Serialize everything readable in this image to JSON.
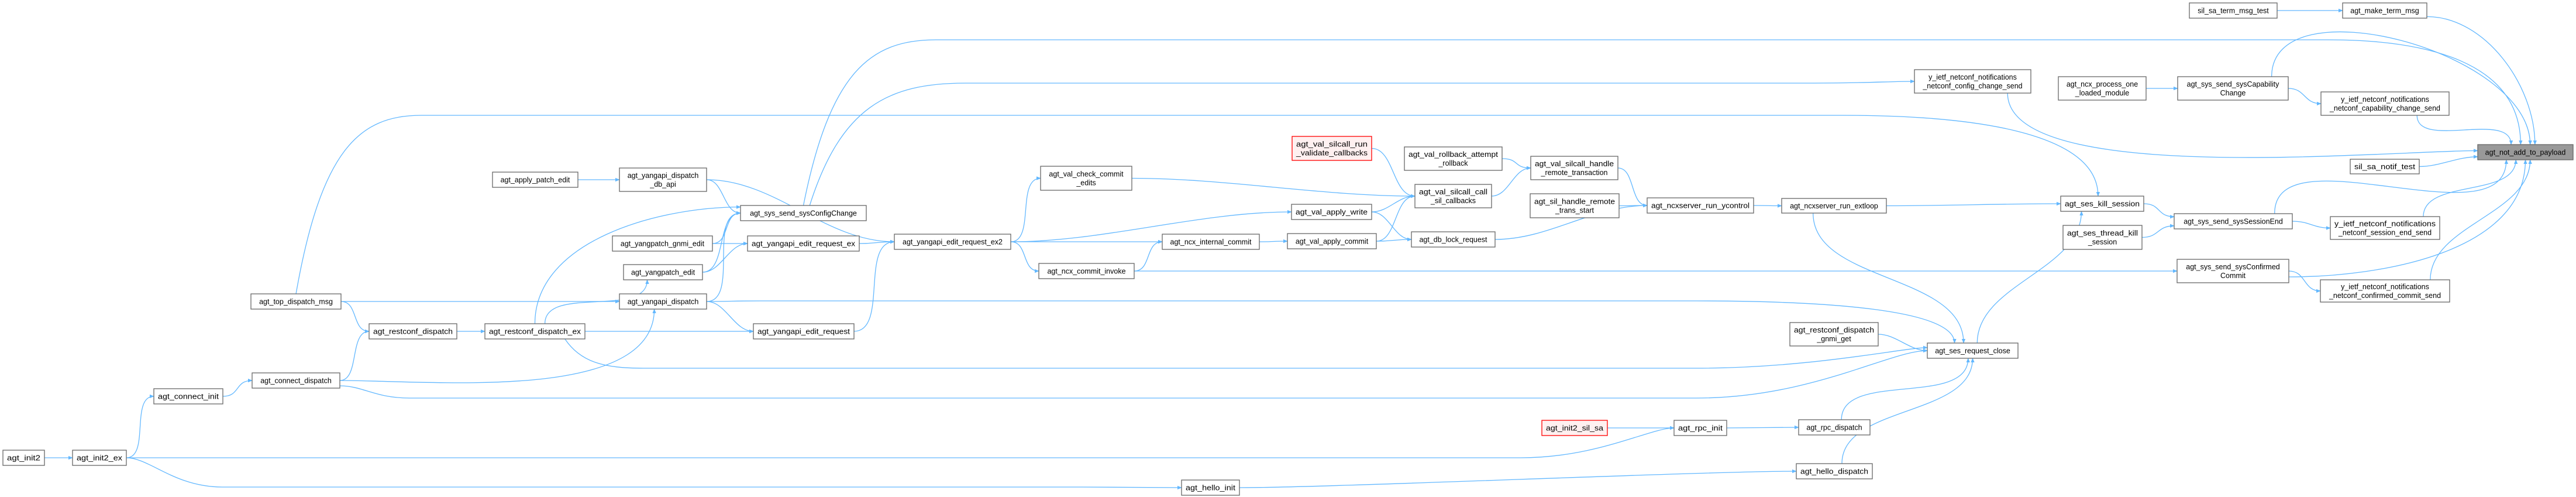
{
  "colors": {
    "edge": "#63b8ff",
    "node_border": "#666666",
    "node_fill": "#ffffff",
    "focus_fill": "#999999",
    "missing_border": "#ff0000",
    "missing_fill": "#fff0f0"
  },
  "focus_node": "payload",
  "nodes": {
    "init2": {
      "lines": [
        "agt_init2"
      ]
    },
    "init2_ex": {
      "lines": [
        "agt_init2_ex"
      ]
    },
    "connect_init": {
      "lines": [
        "agt_connect_init"
      ]
    },
    "connect_dispatch": {
      "lines": [
        "agt_connect_dispatch"
      ]
    },
    "top_dispatch_msg": {
      "lines": [
        "agt_top_dispatch_msg"
      ]
    },
    "restconf_dispatch": {
      "lines": [
        "agt_restconf_dispatch"
      ]
    },
    "apply_patch_edit": {
      "lines": [
        "agt_apply_patch_edit"
      ]
    },
    "dispatch_db_api": {
      "lines": [
        "agt_yangapi_dispatch",
        "_db_api"
      ]
    },
    "sysConfigChange": {
      "lines": [
        "agt_sys_send_sysConfigChange"
      ]
    },
    "gnmi_edit": {
      "lines": [
        "agt_yangpatch_gnmi_edit"
      ]
    },
    "edit_request_ex": {
      "lines": [
        "agt_yangapi_edit_request_ex"
      ]
    },
    "yangpatch_edit": {
      "lines": [
        "agt_yangpatch_edit"
      ]
    },
    "yangapi_dispatch": {
      "lines": [
        "agt_yangapi_dispatch"
      ]
    },
    "restconf_dispatch_ex": {
      "lines": [
        "agt_restconf_dispatch_ex"
      ]
    },
    "edit_request": {
      "lines": [
        "agt_yangapi_edit_request"
      ]
    },
    "ex2": {
      "lines": [
        "agt_yangapi_edit_request_ex2"
      ]
    },
    "check_commit_edits": {
      "lines": [
        "agt_val_check_commit",
        "_edits"
      ]
    },
    "apply_write": {
      "lines": [
        "agt_val_apply_write"
      ]
    },
    "ncx_internal_commit": {
      "lines": [
        "agt_ncx_internal_commit"
      ]
    },
    "val_apply_commit": {
      "lines": [
        "agt_val_apply_commit"
      ]
    },
    "ncx_commit_invoke": {
      "lines": [
        "agt_ncx_commit_invoke"
      ]
    },
    "hello_init": {
      "lines": [
        "agt_hello_init"
      ]
    },
    "validate_callbacks": {
      "lines": [
        "agt_val_silcall_run",
        "_validate_callbacks"
      ],
      "missing": true
    },
    "rollback": {
      "lines": [
        "agt_val_rollback_attempt",
        "_rollback"
      ]
    },
    "handle_remote_transaction": {
      "lines": [
        "agt_val_silcall_handle",
        "_remote_transaction"
      ]
    },
    "silcall_call": {
      "lines": [
        "agt_val_silcall_call",
        "_sil_callbacks"
      ]
    },
    "trans_start": {
      "lines": [
        "agt_sil_handle_remote",
        "_trans_start"
      ]
    },
    "ycontrol": {
      "lines": [
        "agt_ncxserver_run_ycontrol"
      ]
    },
    "db_lock_request": {
      "lines": [
        "agt_db_lock_request"
      ]
    },
    "init2_sil_sa": {
      "lines": [
        "agt_init2_sil_sa"
      ],
      "missing": true
    },
    "rpc_init": {
      "lines": [
        "agt_rpc_init"
      ]
    },
    "extloop": {
      "lines": [
        "agt_ncxserver_run_extloop"
      ]
    },
    "gnmi_get": {
      "lines": [
        "agt_restconf_dispatch",
        "_gnmi_get"
      ]
    },
    "ses_request_close": {
      "lines": [
        "agt_ses_request_close"
      ]
    },
    "rpc_dispatch": {
      "lines": [
        "agt_rpc_dispatch"
      ]
    },
    "hello_dispatch": {
      "lines": [
        "agt_hello_dispatch"
      ]
    },
    "config_change_send": {
      "lines": [
        "y_ietf_netconf_notifications",
        "_netconf_config_change_send"
      ]
    },
    "process_one_loaded": {
      "lines": [
        "agt_ncx_process_one",
        "_loaded_module"
      ]
    },
    "sysCapabilityChange": {
      "lines": [
        "agt_sys_send_sysCapability",
        "Change"
      ]
    },
    "ses_kill_session": {
      "lines": [
        "agt_ses_kill_session"
      ]
    },
    "sysSessionEnd": {
      "lines": [
        "agt_sys_send_sysSessionEnd"
      ]
    },
    "thread_kill": {
      "lines": [
        "agt_ses_thread_kill",
        "_session"
      ]
    },
    "sysConfirmedCommit": {
      "lines": [
        "agt_sys_send_sysConfirmed",
        "Commit"
      ]
    },
    "sil_sa_term_msg_test": {
      "lines": [
        "sil_sa_term_msg_test"
      ]
    },
    "make_term_msg": {
      "lines": [
        "agt_make_term_msg"
      ]
    },
    "capability_change_send": {
      "lines": [
        "y_ietf_netconf_notifications",
        "_netconf_capability_change_send"
      ]
    },
    "payload": {
      "lines": [
        "agt_not_add_to_payload"
      ]
    },
    "notif_test": {
      "lines": [
        "sil_sa_notif_test"
      ]
    },
    "session_end_send": {
      "lines": [
        "y_ietf_netconf_notifications",
        "_netconf_session_end_send"
      ]
    },
    "confirmed_commit_send": {
      "lines": [
        "y_ietf_netconf_notifications",
        "_netconf_confirmed_commit_send"
      ]
    }
  },
  "edges": [
    [
      "init2",
      "init2_ex"
    ],
    [
      "init2_ex",
      "connect_init"
    ],
    [
      "init2_ex",
      "rpc_init"
    ],
    [
      "init2_ex",
      "hello_init"
    ],
    [
      "connect_init",
      "connect_dispatch"
    ],
    [
      "connect_dispatch",
      "restconf_dispatch"
    ],
    [
      "connect_dispatch",
      "yangapi_dispatch"
    ],
    [
      "connect_dispatch",
      "ses_request_close"
    ],
    [
      "top_dispatch_msg",
      "restconf_dispatch"
    ],
    [
      "top_dispatch_msg",
      "yangapi_dispatch"
    ],
    [
      "top_dispatch_msg",
      "ses_kill_session"
    ],
    [
      "restconf_dispatch",
      "restconf_dispatch_ex"
    ],
    [
      "restconf_dispatch_ex",
      "sysConfigChange"
    ],
    [
      "restconf_dispatch_ex",
      "yangpatch_edit"
    ],
    [
      "restconf_dispatch_ex",
      "edit_request"
    ],
    [
      "restconf_dispatch_ex",
      "ses_request_close"
    ],
    [
      "apply_patch_edit",
      "dispatch_db_api"
    ],
    [
      "dispatch_db_api",
      "sysConfigChange"
    ],
    [
      "dispatch_db_api",
      "ex2"
    ],
    [
      "gnmi_edit",
      "sysConfigChange"
    ],
    [
      "gnmi_edit",
      "edit_request_ex"
    ],
    [
      "yangpatch_edit",
      "sysConfigChange"
    ],
    [
      "yangpatch_edit",
      "edit_request_ex"
    ],
    [
      "yangapi_dispatch",
      "sysConfigChange"
    ],
    [
      "yangapi_dispatch",
      "edit_request"
    ],
    [
      "yangapi_dispatch",
      "ses_request_close"
    ],
    [
      "edit_request_ex",
      "ex2"
    ],
    [
      "edit_request",
      "ex2"
    ],
    [
      "ex2",
      "check_commit_edits"
    ],
    [
      "ex2",
      "apply_write"
    ],
    [
      "ex2",
      "ncx_internal_commit"
    ],
    [
      "ex2",
      "ncx_commit_invoke"
    ],
    [
      "ncx_commit_invoke",
      "ncx_internal_commit"
    ],
    [
      "ncx_commit_invoke",
      "sysConfirmedCommit"
    ],
    [
      "check_commit_edits",
      "silcall_call"
    ],
    [
      "ncx_internal_commit",
      "val_apply_commit"
    ],
    [
      "apply_write",
      "silcall_call"
    ],
    [
      "apply_write",
      "db_lock_request"
    ],
    [
      "val_apply_commit",
      "silcall_call"
    ],
    [
      "val_apply_commit",
      "db_lock_request"
    ],
    [
      "validate_callbacks",
      "silcall_call"
    ],
    [
      "silcall_call",
      "handle_remote_transaction"
    ],
    [
      "rollback",
      "handle_remote_transaction"
    ],
    [
      "handle_remote_transaction",
      "ycontrol"
    ],
    [
      "trans_start",
      "ycontrol"
    ],
    [
      "db_lock_request",
      "ycontrol"
    ],
    [
      "ycontrol",
      "extloop"
    ],
    [
      "extloop",
      "ses_kill_session"
    ],
    [
      "extloop",
      "ses_request_close"
    ],
    [
      "gnmi_get",
      "ses_request_close"
    ],
    [
      "rpc_dispatch",
      "ses_request_close"
    ],
    [
      "hello_dispatch",
      "ses_request_close"
    ],
    [
      "ses_request_close",
      "ses_kill_session"
    ],
    [
      "init2_sil_sa",
      "rpc_init"
    ],
    [
      "rpc_init",
      "rpc_dispatch"
    ],
    [
      "hello_init",
      "hello_dispatch"
    ],
    [
      "process_one_loaded",
      "sysCapabilityChange"
    ],
    [
      "ses_kill_session",
      "sysSessionEnd"
    ],
    [
      "thread_kill",
      "sysSessionEnd"
    ],
    [
      "sysConfigChange",
      "config_change_send"
    ],
    [
      "sysConfigChange",
      "payload"
    ],
    [
      "config_change_send",
      "payload"
    ],
    [
      "sysCapabilityChange",
      "payload"
    ],
    [
      "sysCapabilityChange",
      "capability_change_send"
    ],
    [
      "capability_change_send",
      "payload"
    ],
    [
      "notif_test",
      "payload"
    ],
    [
      "sysSessionEnd",
      "payload"
    ],
    [
      "sysSessionEnd",
      "session_end_send"
    ],
    [
      "session_end_send",
      "payload"
    ],
    [
      "sysConfirmedCommit",
      "payload"
    ],
    [
      "sysConfirmedCommit",
      "confirmed_commit_send"
    ],
    [
      "confirmed_commit_send",
      "payload"
    ],
    [
      "make_term_msg",
      "payload"
    ],
    [
      "sil_sa_term_msg_test",
      "make_term_msg"
    ]
  ]
}
